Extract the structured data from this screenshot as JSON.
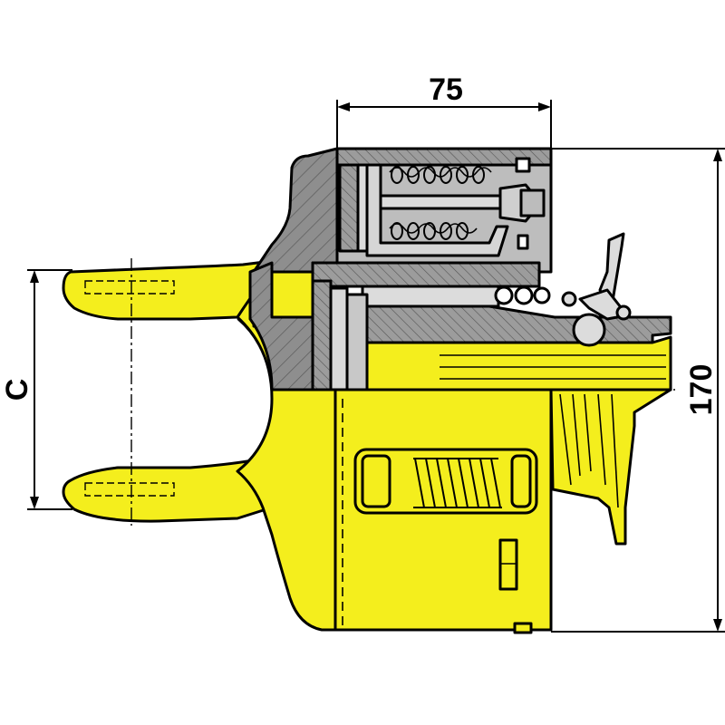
{
  "colors": {
    "body": "#f4ee1d",
    "section": "#8e8e8e",
    "line": "#000000",
    "background": "#ffffff"
  },
  "dimensions": {
    "width_label": "75",
    "height_label": "170",
    "fork_label": "C"
  }
}
